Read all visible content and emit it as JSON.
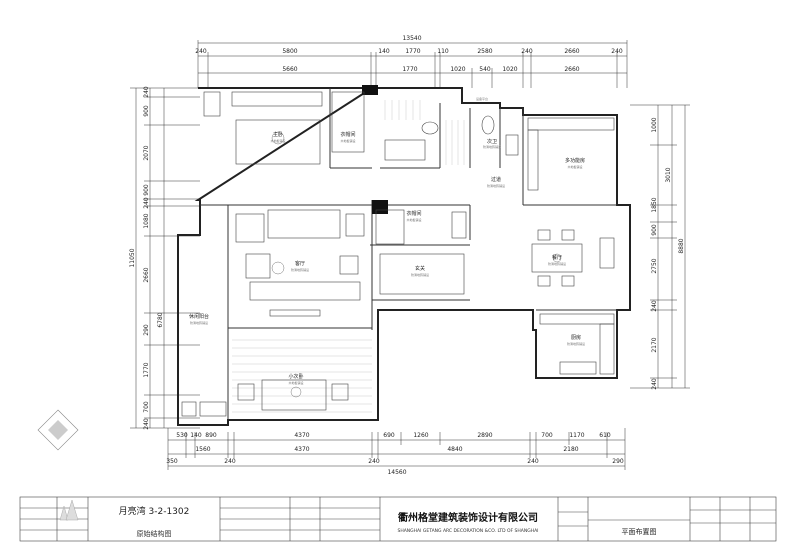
{
  "dimensions": {
    "top_total": "13540",
    "top_row1": [
      "240",
      "5800",
      "140",
      "1770",
      "110",
      "2580",
      "240",
      "2660",
      "240"
    ],
    "top_row2": [
      "5660",
      "1770",
      "1020",
      "540",
      "1020",
      "2660"
    ],
    "left_total": "11050",
    "left_col1": [
      "240",
      "900",
      "2070",
      "900",
      "240",
      "1080",
      "2660",
      "290",
      "1770",
      "700",
      "240"
    ],
    "left_col2": [
      "6780"
    ],
    "right_total": "8880",
    "right_col1": [
      "1000",
      "3010",
      "1850",
      "900",
      "2750",
      "240",
      "2170",
      "240"
    ],
    "bottom_total": "14560",
    "bottom_row1": [
      "530",
      "140",
      "890",
      "4370",
      "690",
      "1260",
      "2890",
      "700",
      "1170",
      "610"
    ],
    "bottom_row2": [
      "350",
      "1560",
      "240",
      "4370",
      "240",
      "4840",
      "240",
      "2180",
      "290"
    ]
  },
  "rooms": [
    {
      "name": "主卧",
      "sub": "木地板铺设"
    },
    {
      "name": "衣帽间",
      "sub": "木地板铺设"
    },
    {
      "name": "次卫",
      "sub": "防滑地砖铺设"
    },
    {
      "name": "多功能房",
      "sub": "木地板铺设"
    },
    {
      "name": "过道",
      "sub": "防滑地砖铺设"
    },
    {
      "name": "客厅",
      "sub": "防滑地砖铺设"
    },
    {
      "name": "衣帽间",
      "sub": "木地板铺设"
    },
    {
      "name": "玄关",
      "sub": "防滑地砖铺设"
    },
    {
      "name": "餐厅",
      "sub": "防滑地砖铺设"
    },
    {
      "name": "休闲阳台",
      "sub": "防滑地砖铺设"
    },
    {
      "name": "厨房",
      "sub": "防滑地砖铺设"
    },
    {
      "name": "小次卧",
      "sub": "木地板铺设"
    }
  ],
  "labels": {
    "balcony_tag": "设备平台"
  },
  "title_block": {
    "project": "月亮湾 3-2-1302",
    "drawing_type": "原始结构图",
    "company_cn": "衢州格堂建筑装饰设计有限公司",
    "company_en": "SHANGHAI GETANG ARC DECORATION  &CO. LTD OF SHANGHAI",
    "drawing_name": "平面布置图"
  }
}
